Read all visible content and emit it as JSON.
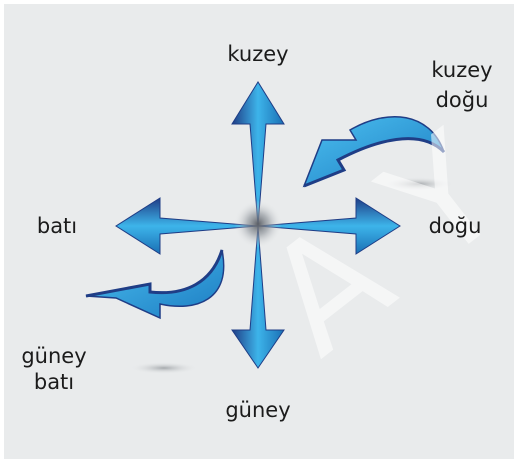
{
  "labels": {
    "north": "kuzey",
    "northeast_line1": "kuzey",
    "northeast_line2": "doğu",
    "west": "batı",
    "east": "doğu",
    "southwest_line1": "güney",
    "southwest_line2": "batı",
    "south": "güney"
  },
  "watermark": "A Y",
  "colors": {
    "background": "#e9ebec",
    "arrow_light": "#3db4ea",
    "arrow_mid": "#1e86c8",
    "arrow_dark": "#1f3d86",
    "text": "#1b1b1b"
  }
}
